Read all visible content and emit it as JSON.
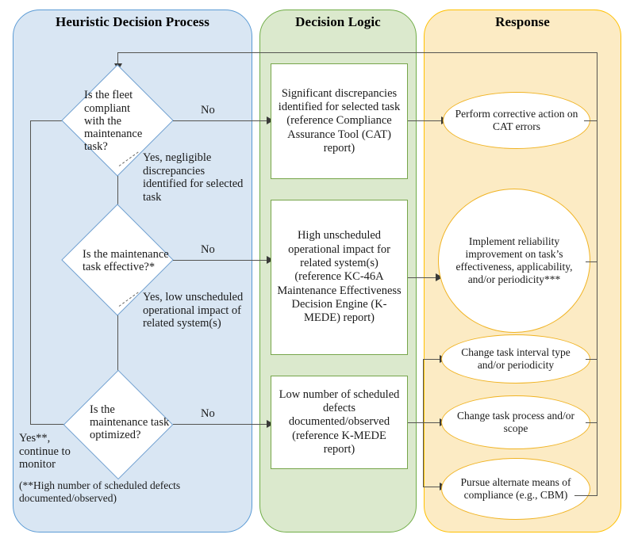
{
  "diagram": {
    "title": "Heuristic Decision Process Flowchart",
    "type": "flowchart",
    "lanes": [
      {
        "id": "heuristic-decision-process",
        "label": "Heuristic Decision Process",
        "fill": "#d9e6f3",
        "stroke": "#5b9bd5"
      },
      {
        "id": "decision-logic",
        "label": "Decision Logic",
        "fill": "#dbe9cd",
        "stroke": "#70ad47"
      },
      {
        "id": "response",
        "label": "Response",
        "fill": "#fcebc4",
        "stroke": "#ffc000"
      }
    ],
    "decisions": [
      {
        "id": "d1",
        "text": "Is the fleet compliant with the maintenance task?"
      },
      {
        "id": "d2",
        "text": "Is the maintenance task effective?*"
      },
      {
        "id": "d3",
        "text": "Is the maintenance task optimized?"
      }
    ],
    "logic_boxes": [
      {
        "id": "b1",
        "text": "Significant discrepancies identified for selected task (reference Compliance Assurance Tool (CAT) report)"
      },
      {
        "id": "b2",
        "text": "High unscheduled operational impact for related system(s) (reference KC-46A Maintenance Effectiveness Decision Engine (K-MEDE) report)"
      },
      {
        "id": "b3",
        "text": "Low number of scheduled defects documented/observed (reference K-MEDE report)"
      }
    ],
    "responses": [
      {
        "id": "r1",
        "text": "Perform corrective action on CAT errors"
      },
      {
        "id": "r2",
        "text": "Implement reliability improvement on task’s effectiveness, applicability, and/or periodicity***"
      },
      {
        "id": "r3",
        "text": "Change task interval type and/or periodicity"
      },
      {
        "id": "r4",
        "text": "Change task process and/or scope"
      },
      {
        "id": "r5",
        "text": "Pursue alternate means of compliance (e.g., CBM)"
      }
    ],
    "edge_labels": {
      "no_1": "No",
      "no_2": "No",
      "no_3": "No",
      "yes_1": "Yes, negligible discrepancies identified for selected task",
      "yes_2": "Yes, low unscheduled operational impact of related system(s)",
      "yes_3": "Yes**, continue to monitor"
    },
    "footnote": "(**High number of scheduled defects documented/observed)"
  }
}
